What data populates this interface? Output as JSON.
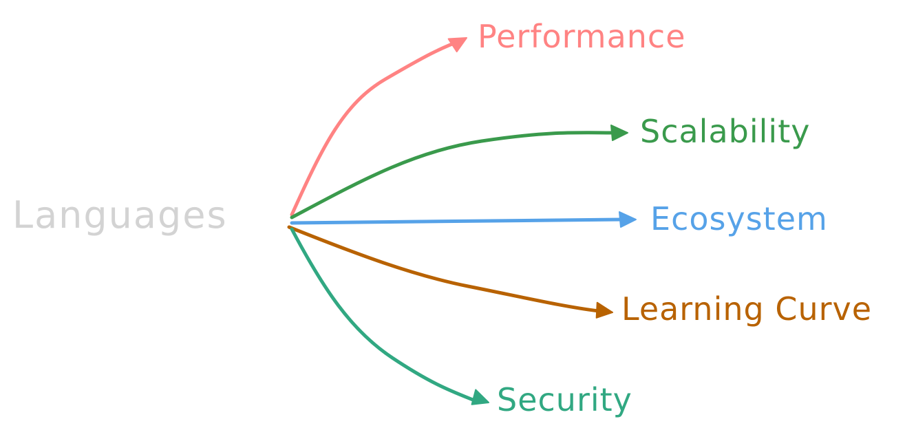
{
  "diagram": {
    "type": "mind-map",
    "root": {
      "label": "Languages",
      "color": "#d3d3d3"
    },
    "branches": [
      {
        "label": "Performance",
        "color": "#ff8383"
      },
      {
        "label": "Scalability",
        "color": "#3a9a4c"
      },
      {
        "label": "Ecosystem",
        "color": "#56a2e8"
      },
      {
        "label": "Learning Curve",
        "color": "#b86200"
      },
      {
        "label": "Security",
        "color": "#31a882"
      }
    ]
  }
}
